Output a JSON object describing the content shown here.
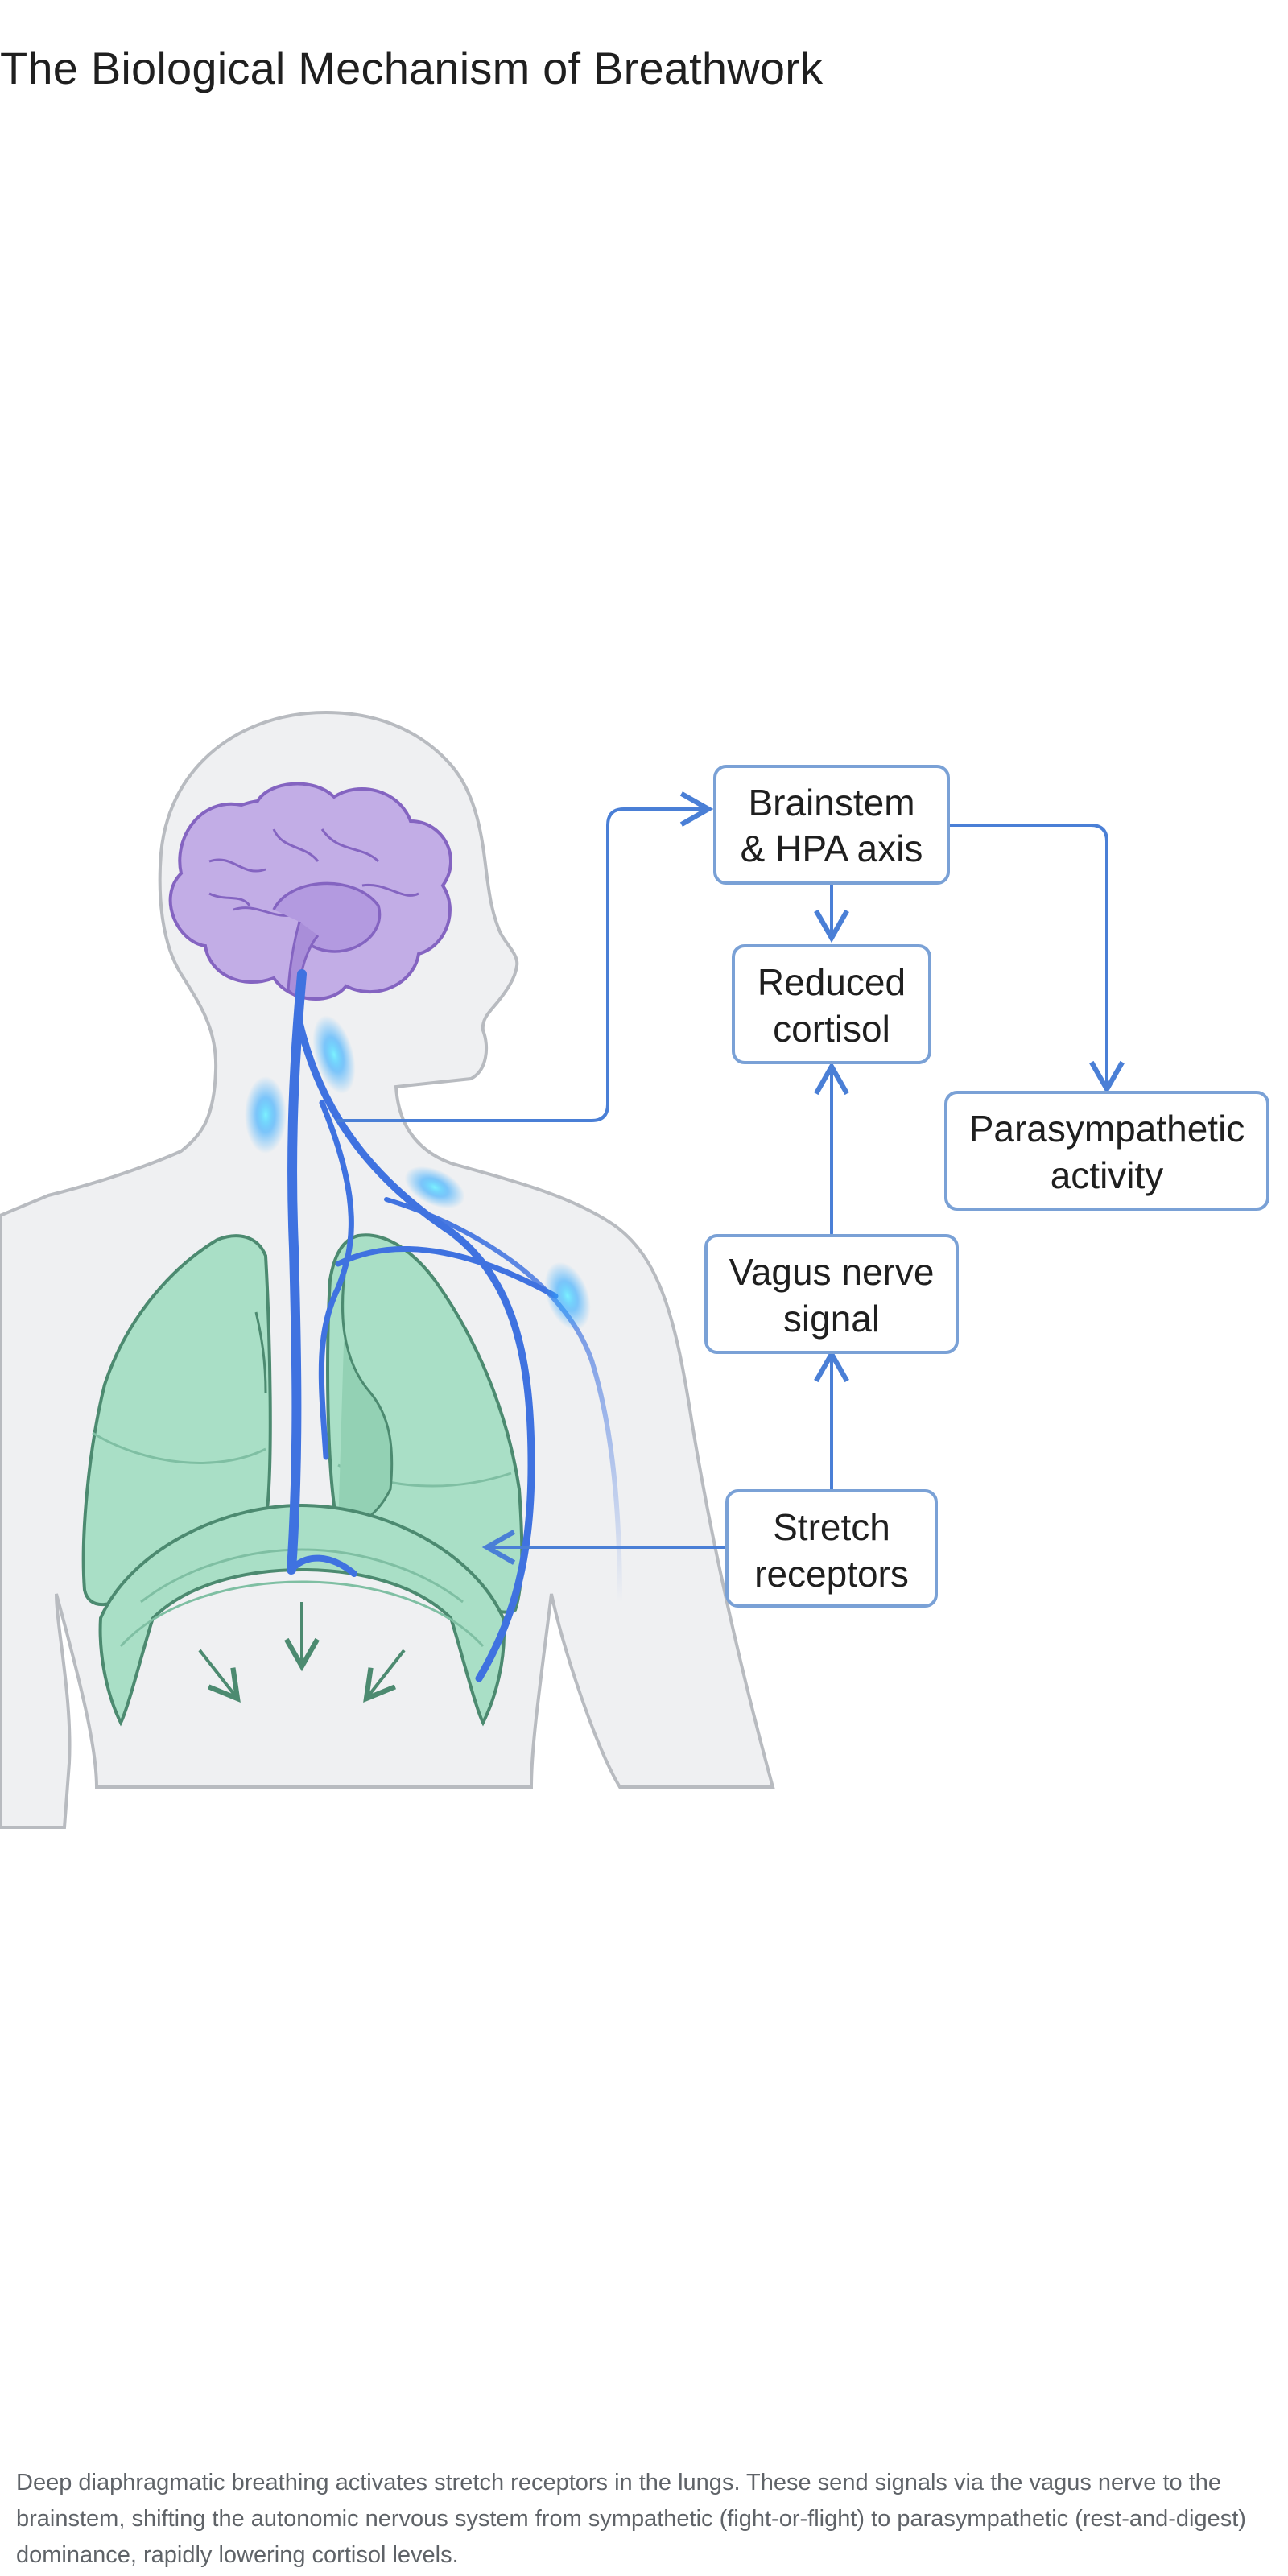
{
  "title": "The Biological Mechanism of Breathwork",
  "diagram": {
    "boxes": {
      "brainstem": [
        "Brainstem",
        "& HPA axis"
      ],
      "cortisol": [
        "Reduced",
        "cortisol"
      ],
      "parasympathetic": [
        "Parasympathetic",
        "activity"
      ],
      "vagus": [
        "Vagus nerve",
        "signal"
      ],
      "stretch": [
        "Stretch",
        "receptors"
      ]
    },
    "colors": {
      "arrow": "#4a7fd6",
      "nerve": "#3f72e0",
      "brain": "#c2ade6",
      "lungs": "#a9dfc6",
      "body": "#eff0f2",
      "box_border": "#7aa1d6"
    }
  },
  "caption": "Deep diaphragmatic breathing activates stretch receptors in the lungs. These send signals via the vagus nerve to the brainstem, shifting the autonomic nervous system from sympathetic (fight-or-flight) to parasympathetic (rest-and-digest) dominance, rapidly lowering cortisol levels."
}
